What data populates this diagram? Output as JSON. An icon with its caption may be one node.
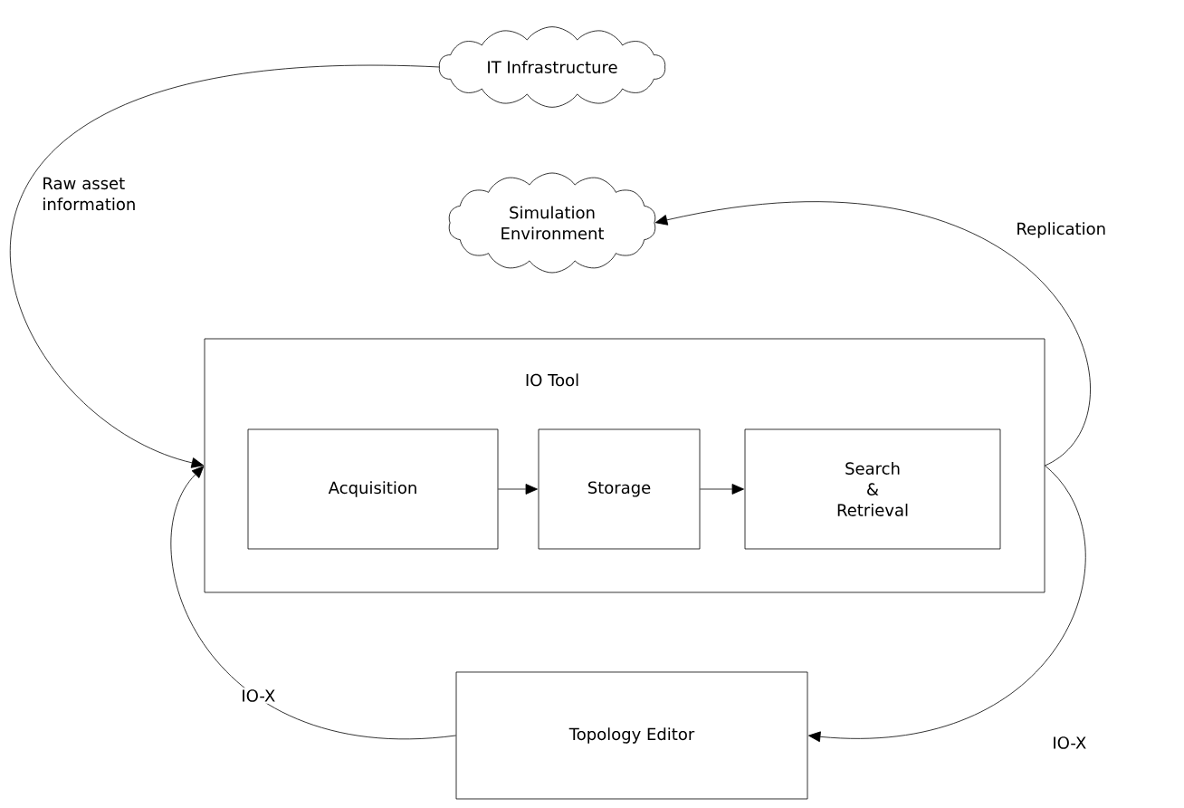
{
  "diagram": {
    "nodes": [
      {
        "text": [
          "IT Infrastructure"
        ]
      },
      {
        "text": [
          "Simulation Environment"
        ]
      },
      {
        "text": [
          "IO Tool"
        ]
      },
      {
        "text": [
          "Acquisition"
        ],
        "in": 2
      },
      {
        "text": [
          "Storage"
        ],
        "in": 2
      },
      {
        "text": [
          "Search & Retrieval"
        ],
        "in": 2
      },
      {
        "text": [
          "Topology Editor"
        ]
      }
    ],
    "edges": [
      {
        "from": 0,
        "to": 2,
        "arrow": "to",
        "label": "Raw asset information"
      },
      {
        "from": 2,
        "to": 1,
        "arrow": "to",
        "label": "Replication"
      },
      {
        "from": 2,
        "to": 6,
        "arrow": "to",
        "label": "IO-X"
      },
      {
        "from": 6,
        "to": 2,
        "arrow": "to",
        "label": "IO-X"
      },
      {
        "from": 3,
        "to": 4,
        "arrow": "to"
      },
      {
        "from": 4,
        "to": 5,
        "arrow": "to"
      }
    ]
  }
}
